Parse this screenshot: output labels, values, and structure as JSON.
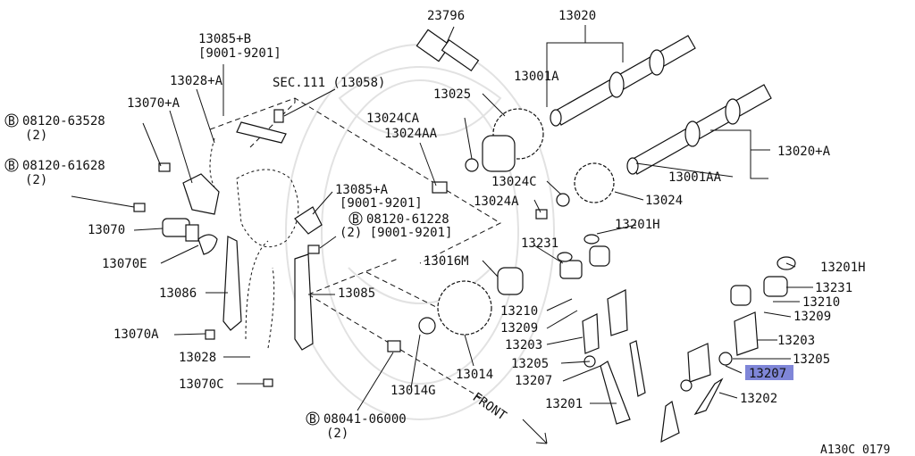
{
  "diagram": {
    "labels": [
      {
        "id": "p23796",
        "text": "23796"
      },
      {
        "id": "p13020",
        "text": "13020"
      },
      {
        "id": "p13085b",
        "text": "13085+B"
      },
      {
        "id": "p13085b_r",
        "text": "[9001-9201]"
      },
      {
        "id": "p13028a",
        "text": "13028+A"
      },
      {
        "id": "psec111",
        "text": "SEC.111 (13058)"
      },
      {
        "id": "p13001a",
        "text": "13001A"
      },
      {
        "id": "p13025",
        "text": "13025"
      },
      {
        "id": "p13070a",
        "text": "13070+A"
      },
      {
        "id": "pb1",
        "text": "08120-63528"
      },
      {
        "id": "pb1q",
        "text": "(2)"
      },
      {
        "id": "p13024ca",
        "text": "13024CA"
      },
      {
        "id": "p13024aa",
        "text": "13024AA"
      },
      {
        "id": "p13020a",
        "text": "13020+A"
      },
      {
        "id": "pb2",
        "text": "08120-61628"
      },
      {
        "id": "pb2q",
        "text": "(2)"
      },
      {
        "id": "p13001aa",
        "text": "13001AA"
      },
      {
        "id": "p13024c",
        "text": "13024C"
      },
      {
        "id": "p13085a",
        "text": "13085+A"
      },
      {
        "id": "p13085a_r",
        "text": "[9001-9201]"
      },
      {
        "id": "p13024a",
        "text": "13024A"
      },
      {
        "id": "p13024",
        "text": "13024"
      },
      {
        "id": "pb3",
        "text": "08120-61228"
      },
      {
        "id": "pb3q",
        "text": "(2) [9001-9201]"
      },
      {
        "id": "p13201h",
        "text": "13201H"
      },
      {
        "id": "p13070",
        "text": "13070"
      },
      {
        "id": "p13231",
        "text": "13231"
      },
      {
        "id": "p13070e",
        "text": "13070E"
      },
      {
        "id": "p13016m",
        "text": "13016M"
      },
      {
        "id": "p13201h2",
        "text": "13201H"
      },
      {
        "id": "p13086",
        "text": "13086"
      },
      {
        "id": "p13085",
        "text": "13085"
      },
      {
        "id": "p13231b",
        "text": "13231"
      },
      {
        "id": "p13210",
        "text": "13210"
      },
      {
        "id": "p13210b",
        "text": "13210"
      },
      {
        "id": "p13209",
        "text": "13209"
      },
      {
        "id": "p13209b",
        "text": "13209"
      },
      {
        "id": "p13070a2",
        "text": "13070A"
      },
      {
        "id": "p13203",
        "text": "13203"
      },
      {
        "id": "p13203b",
        "text": "13203"
      },
      {
        "id": "p13028",
        "text": "13028"
      },
      {
        "id": "p13014",
        "text": "13014"
      },
      {
        "id": "p13205",
        "text": "13205"
      },
      {
        "id": "p13205b",
        "text": "13205"
      },
      {
        "id": "p13207",
        "text": "13207"
      },
      {
        "id": "p13207b",
        "text": "13207"
      },
      {
        "id": "p13070c",
        "text": "13070C"
      },
      {
        "id": "p13014g",
        "text": "13014G"
      },
      {
        "id": "p13202",
        "text": "13202"
      },
      {
        "id": "p13201",
        "text": "13201"
      },
      {
        "id": "pfront",
        "text": "FRONT"
      },
      {
        "id": "pb4",
        "text": "08041-06000"
      },
      {
        "id": "pb4q",
        "text": "(2)"
      },
      {
        "id": "pcode",
        "text": "A130C 0179"
      },
      {
        "id": "bolt_sym",
        "text": "B"
      }
    ],
    "highlight_label": "p13207b",
    "highlight_color": "#7f86d8",
    "ink_color": "#111111"
  }
}
